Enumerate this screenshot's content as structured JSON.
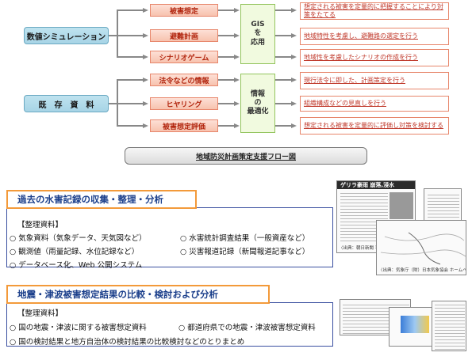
{
  "flow": {
    "sources": [
      "数値シミュレーション",
      "既　存　資　料"
    ],
    "middle": [
      "被害想定",
      "避難計画",
      "シナリオゲーム",
      "法令などの情報",
      "ヒヤリング",
      "被害想定評価"
    ],
    "center": [
      {
        "line1": "GIS",
        "line2": "を",
        "line3": "応用"
      },
      {
        "line1": "情報",
        "line2": "の",
        "line3": "最適化"
      }
    ],
    "results": [
      "想定される被害を定量的に把握することにより対策をたてる",
      "地域特性を考慮し、避難路の選定を行う",
      "地域性を考慮したシナリオの作成を行う",
      "現行法令に即した、計画策定を行う",
      "組織構成などの見直しを行う",
      "想定される被害を定量的に評価し対策を検討する"
    ],
    "title": "地域防災計画策定支援フロー図"
  },
  "section1": {
    "heading": "過去の水害記録の収集・整理・分析",
    "label": "【整理資料】",
    "items": [
      "○ 気象資料（気象データ、天気図など）",
      "○ 水害統計調査結果（一般資産など）",
      "○ 観測値（雨量記録、水位記録など）",
      "○ 災害報道記録（新聞報道記事など）",
      "○ データベース化、Web 公開システム"
    ],
    "thumb_newspaper_header": "ゲリラ豪雨 崩落,浸水",
    "thumb_newspaper_caption": "〈出典：朝日新聞 平成XX年X月X日〉",
    "thumb_map_caption": "〈出典：気象庁（財）日本気象協会 ホームページ掲載画像〉"
  },
  "section2": {
    "heading": "地震・津波被害想定結果の比較・検討および分析",
    "label": "【整理資料】",
    "items": [
      "○ 国の地震・津波に関する被害想定資料",
      "○ 都道府県での地震・津波被害想定資料",
      "○ 国の検討結果と地方自治体の検討結果の比較検討などのとりまとめ"
    ]
  },
  "colors": {
    "section_border": "#f39a3a",
    "heading_text": "#1b3f8b",
    "result_text": "#c0392b",
    "source_fill": "#bfe3ef",
    "middle_fill": "#f7c2ae",
    "center_fill": "#f1fadf"
  }
}
